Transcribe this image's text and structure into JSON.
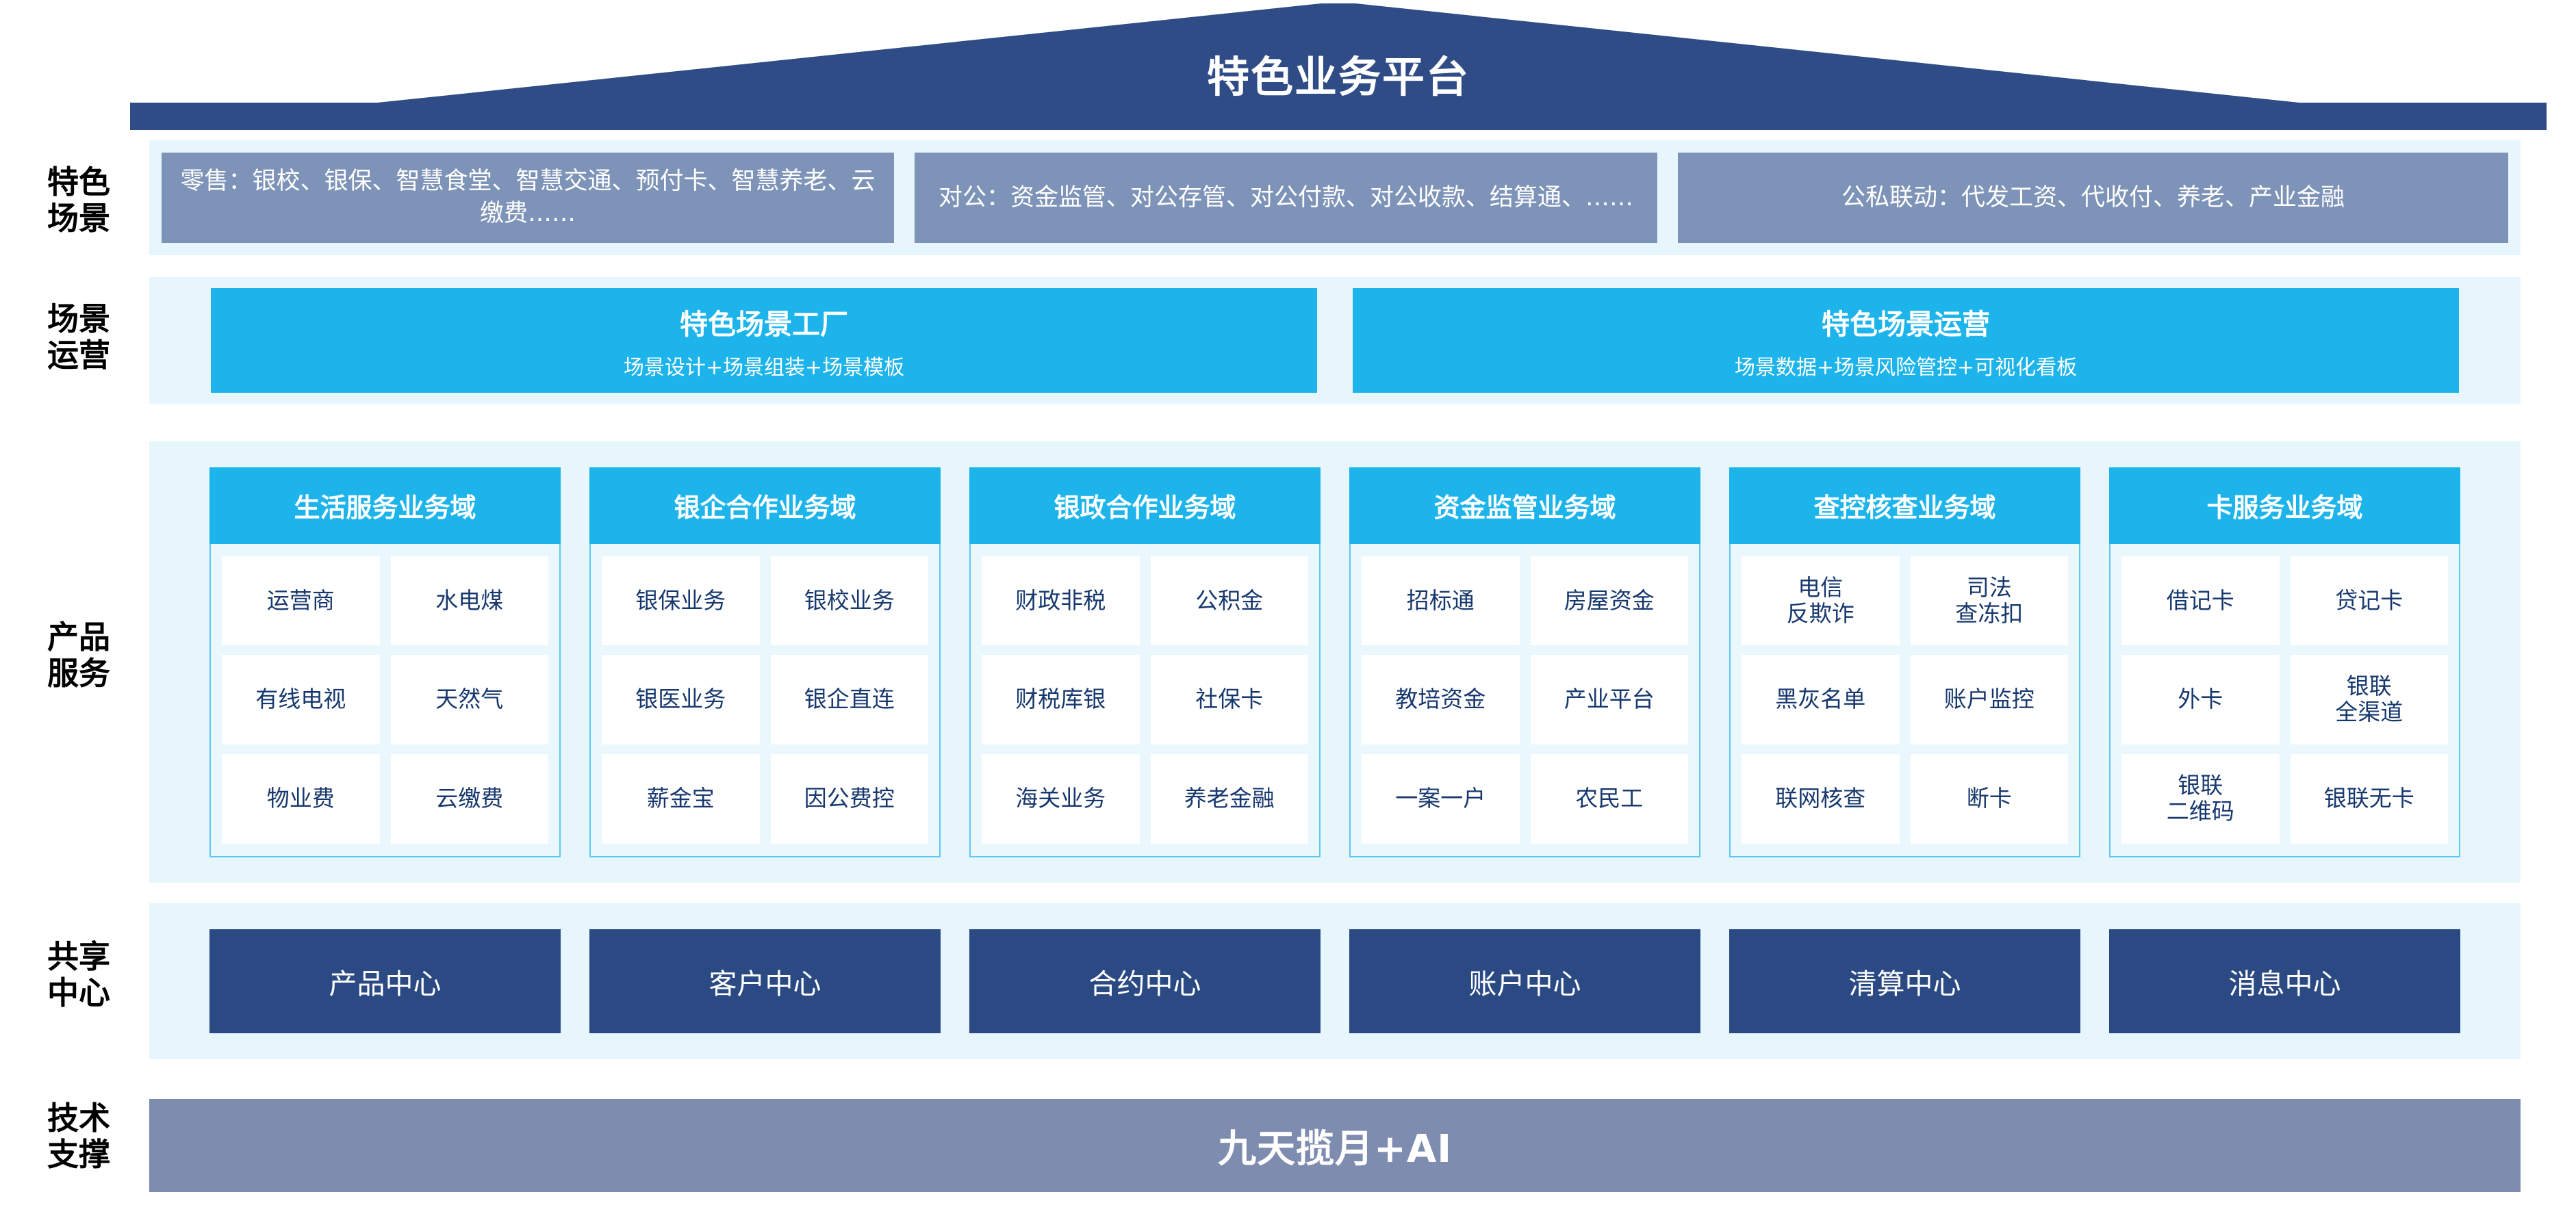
{
  "header": {
    "title": "特色业务平台",
    "roof_color": "#2f4c86"
  },
  "row_labels": {
    "scene": "特色\n场景",
    "operation": "场景\n运营",
    "product": "产品\n服务",
    "shared": "共享\n中心",
    "tech": "技术\n支撑"
  },
  "scene_row": {
    "box_color": "#7e93b8",
    "items": [
      {
        "text": "零售：银校、银保、智慧食堂、智慧交通、预付卡、智慧养老、云缴费……"
      },
      {
        "text": "对公：资金监管、对公存管、对公付款、对公收款、结算通、……"
      },
      {
        "text": "公私联动：代发工资、代收付、养老、产业金融"
      }
    ]
  },
  "operation_row": {
    "box_color": "#1cb4ea",
    "items": [
      {
        "title": "特色场景工厂",
        "subtitle": "场景设计+场景组装+场景模板"
      },
      {
        "title": "特色场景运营",
        "subtitle": "场景数据+场景风险管控+可视化看板"
      }
    ]
  },
  "product_row": {
    "head_color": "#1cb4ea",
    "cell_text_color": "#17386e",
    "domains": [
      {
        "title": "生活服务业务域",
        "cells": [
          "运营商",
          "水电煤",
          "有线电视",
          "天然气",
          "物业费",
          "云缴费"
        ]
      },
      {
        "title": "银企合作业务域",
        "cells": [
          "银保业务",
          "银校业务",
          "银医业务",
          "银企直连",
          "薪金宝",
          "因公费控"
        ]
      },
      {
        "title": "银政合作业务域",
        "cells": [
          "财政非税",
          "公积金",
          "财税库银",
          "社保卡",
          "海关业务",
          "养老金融"
        ]
      },
      {
        "title": "资金监管业务域",
        "cells": [
          "招标通",
          "房屋资金",
          "教培资金",
          "产业平台",
          "一案一户",
          "农民工"
        ]
      },
      {
        "title": "查控核查业务域",
        "cells": [
          "电信\n反欺诈",
          "司法\n查冻扣",
          "黑灰名单",
          "账户监控",
          "联网核查",
          "断卡"
        ]
      },
      {
        "title": "卡服务业务域",
        "cells": [
          "借记卡",
          "贷记卡",
          "外卡",
          "银联\n全渠道",
          "银联\n二维码",
          "银联无卡"
        ]
      }
    ]
  },
  "shared_row": {
    "box_color": "#2b4a84",
    "items": [
      "产品中心",
      "客户中心",
      "合约中心",
      "账户中心",
      "清算中心",
      "消息中心"
    ]
  },
  "tech_row": {
    "bar_color": "#7e8cb0",
    "label": "九天揽月+AI"
  }
}
